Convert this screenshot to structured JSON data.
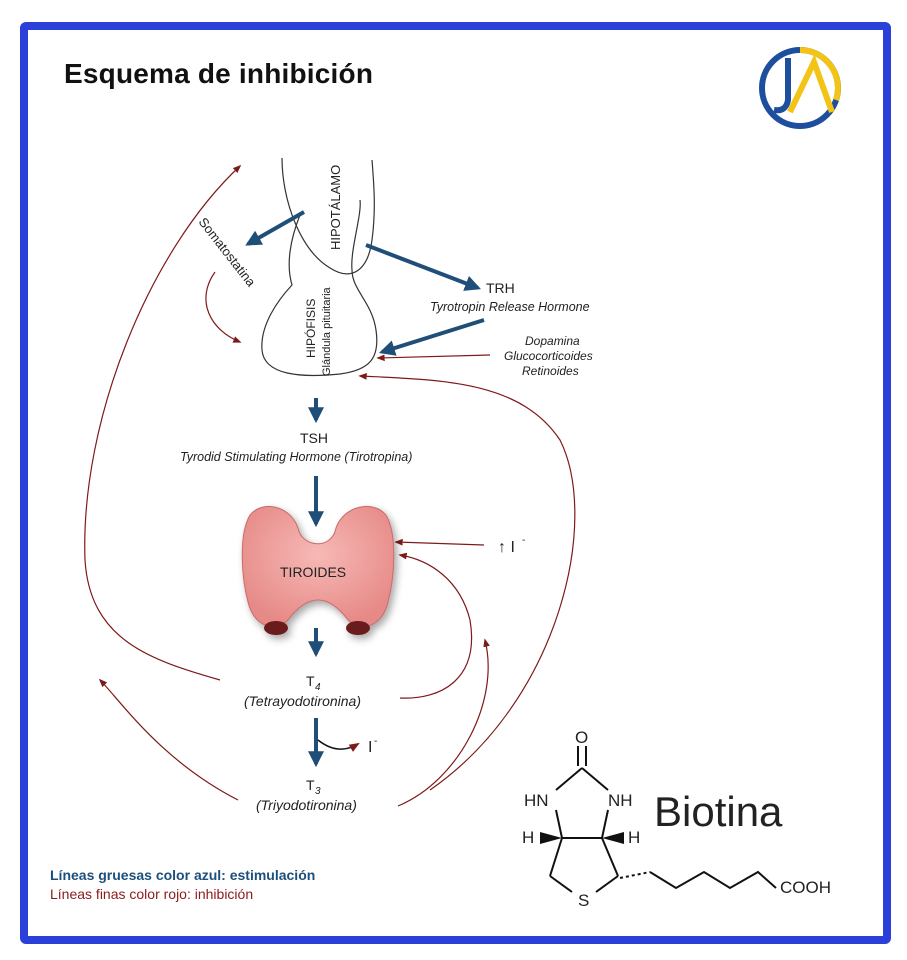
{
  "title": "Esquema de inhibición",
  "logo": {
    "name": "logo",
    "letters": "JA",
    "colors": {
      "blue": "#1d4f9e",
      "yellow": "#f3c316"
    }
  },
  "colors": {
    "frame": "#2b3fd9",
    "stimulation": "#1f4f78",
    "inhibition": "#7e1a1a",
    "thyroid": "#f2a3a3"
  },
  "labels": {
    "hipotalamo": "HIPOTÁLAMO",
    "hipofisis": "HIPÓFISIS",
    "glandula": "Glándula pituitaria",
    "somatostatina": "Somatostatina",
    "trh": "TRH",
    "trh_full": "Tyrotropin Release Hormone",
    "dopamina": "Dopamina",
    "glucocorticoides": "Glucocorticoides",
    "retinoides": "Retinoides",
    "tsh": "TSH",
    "tsh_full": "Tyrodid Stimulating Hormone (Tirotropina)",
    "tiroides": "TIROIDES",
    "iodine_up": "↑ I",
    "iodine_sup": "-",
    "t4": "T",
    "t4_sub": "4",
    "t4_full": "(Tetrayodotironina)",
    "iodine_out": "I",
    "iodine_out_sup": "-",
    "t3": "T",
    "t3_sub": "3",
    "t3_full": "(Triyodotironina)"
  },
  "biotin": {
    "name": "Biotina",
    "o": "O",
    "hn": "HN",
    "nh": "NH",
    "h_left": "H",
    "h_right": "H",
    "s": "S",
    "cooh": "COOH"
  },
  "legend": {
    "blue": "Líneas gruesas color azul: estimulación",
    "red": "Líneas finas color rojo: inhibición"
  }
}
